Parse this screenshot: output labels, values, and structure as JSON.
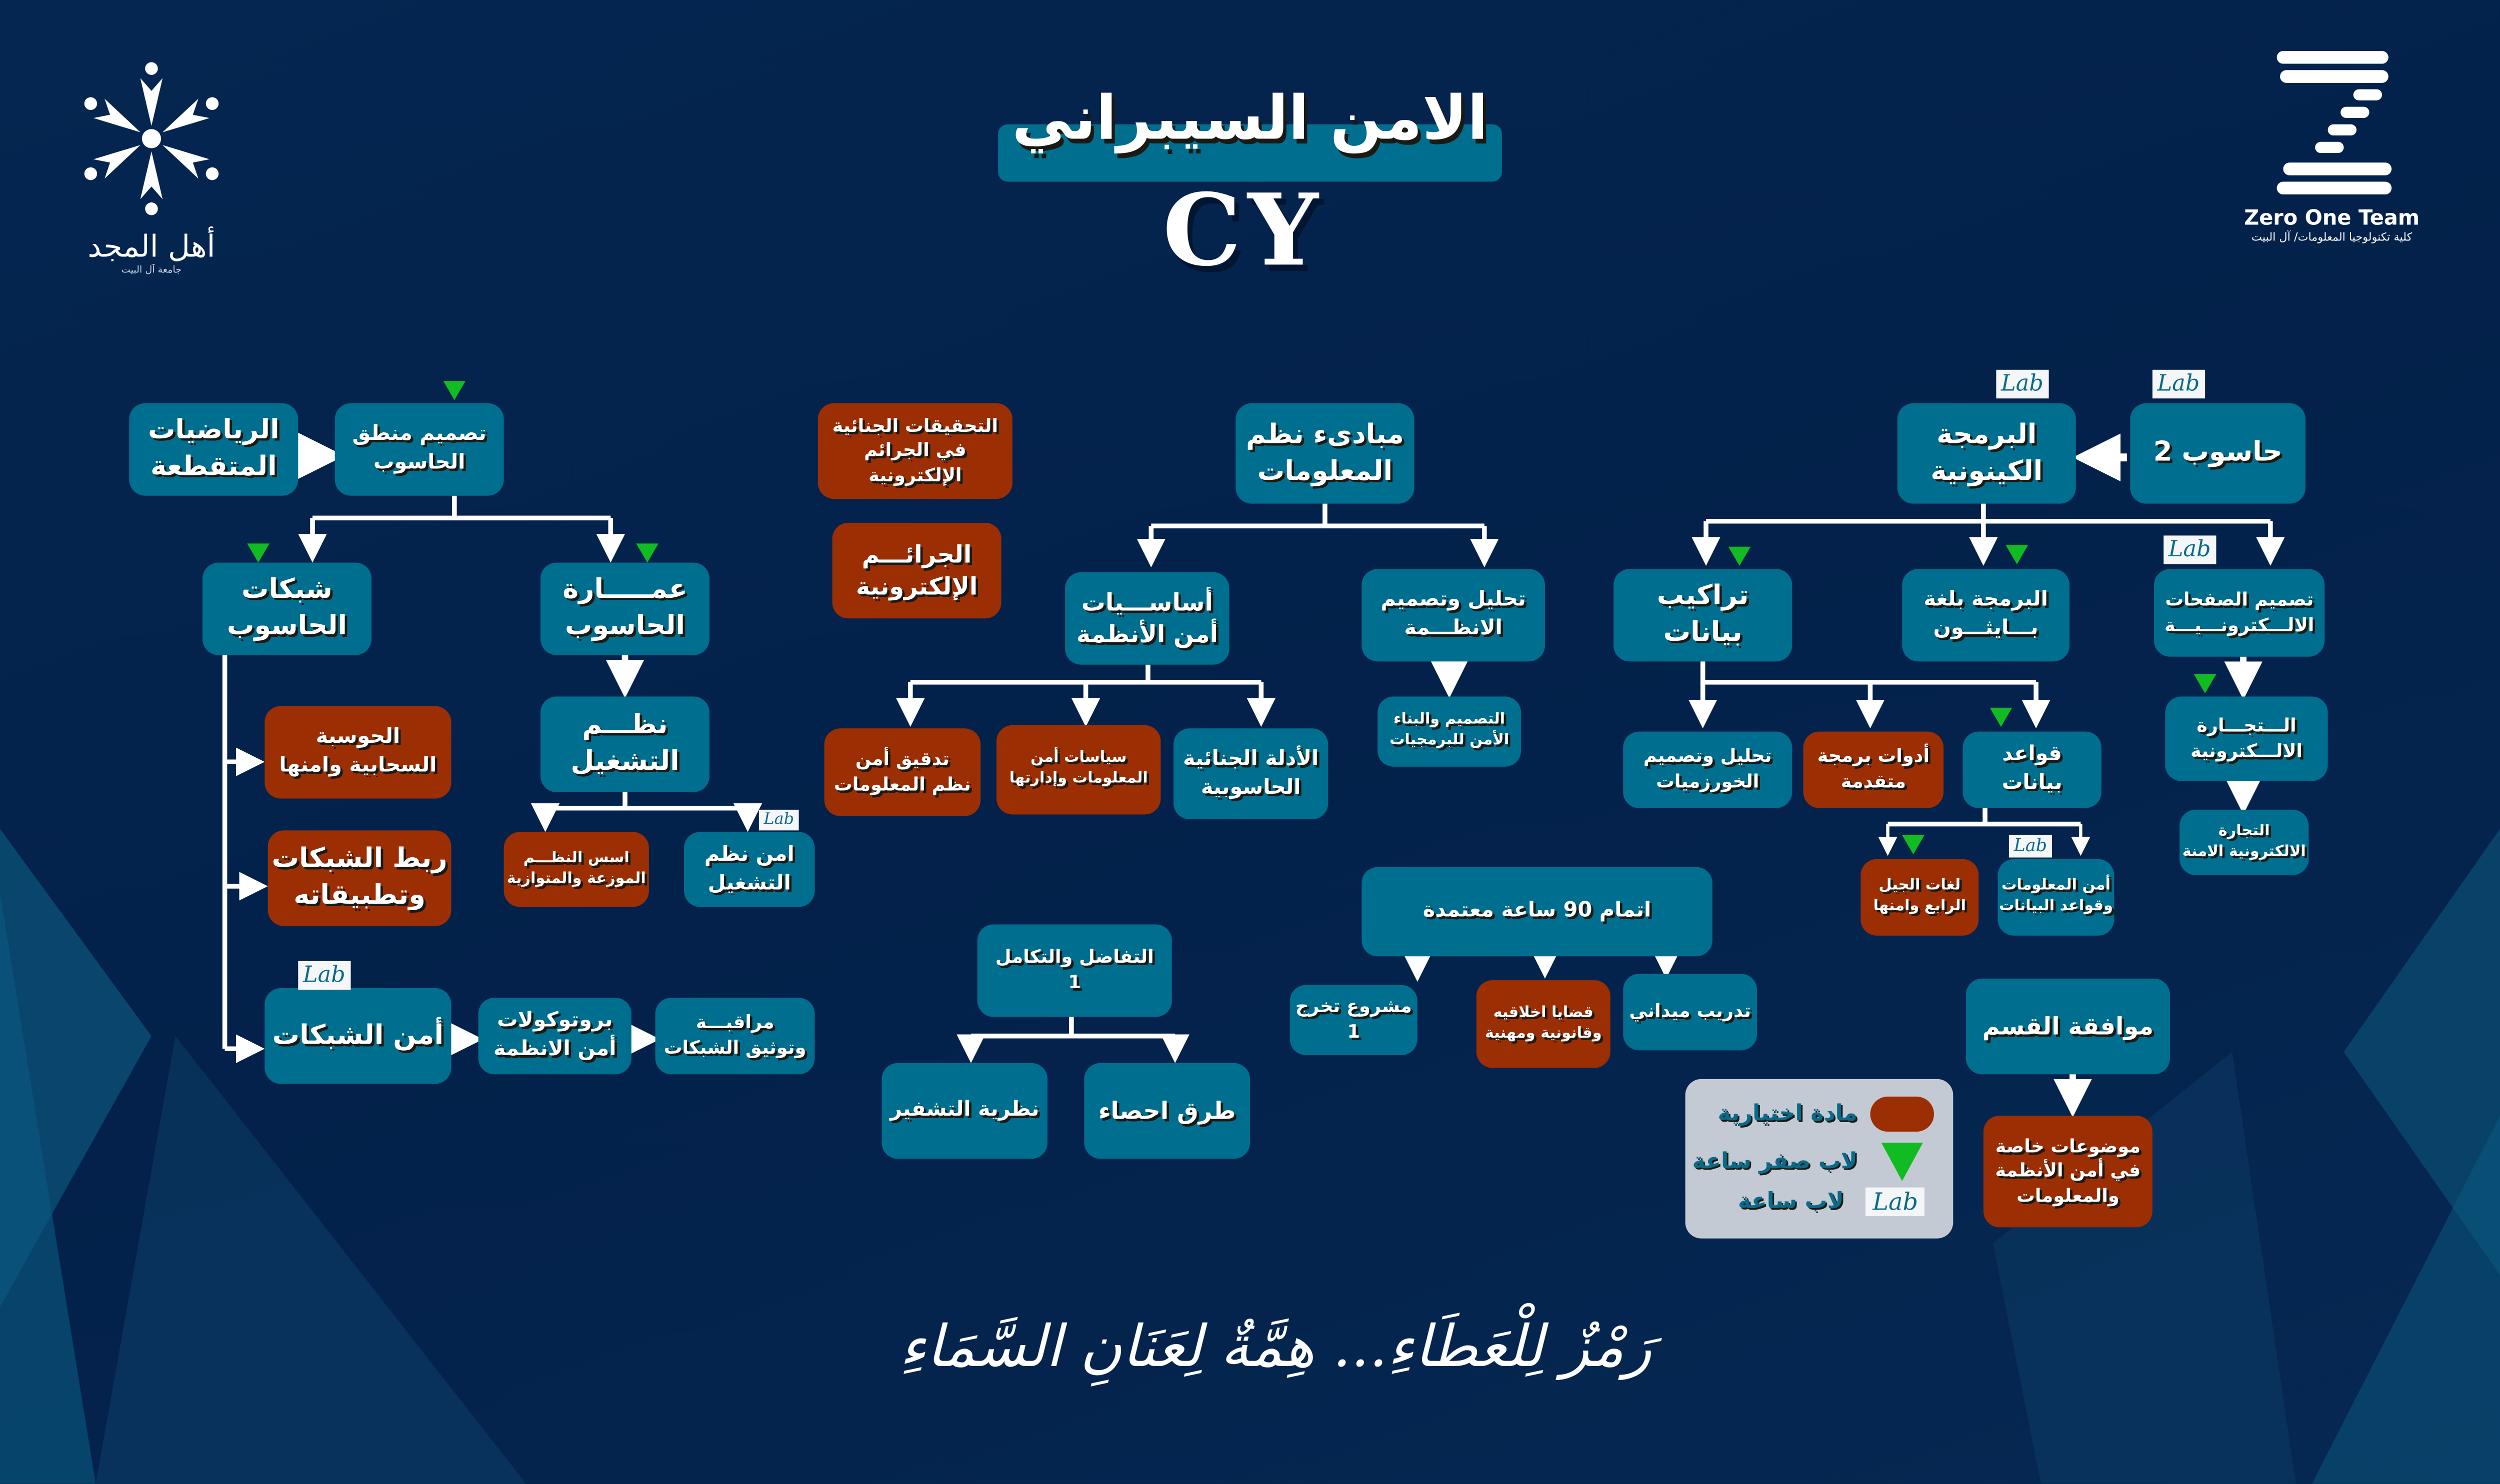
{
  "header": {
    "title": "الامن السيبراني",
    "subtitle": "CY",
    "left_logo": {
      "name": "أهل المجد",
      "caption": "جامعة آل البيت"
    },
    "right_logo": {
      "name": "Zero One Team",
      "caption": "كلية تكنولوجيا المعلومات/ آل البيت"
    }
  },
  "colors": {
    "background": "#03224a",
    "core_course": "#006e8e",
    "elective_course": "#9c2e04",
    "zero_hour_lab": "#11bb22",
    "legend_bg": "#c3cad4"
  },
  "nodes": {
    "discrete_math": "الرياضيات\nالمتقطعة",
    "logic_design": "تصميم منطق\nالحاسوب",
    "networks": "شبكات\nالحاسوب",
    "architecture": "عمـــــارة\nالحاسوب",
    "os": "نظـــم\nالتشغيل",
    "cloud": "الحوسبة\nالسحابية وامنها",
    "net_linking": "ربط الشبكات\nوتطبيقاته",
    "net_security": "أمن الشبكات",
    "protocols": "بروتوكولات\nأمن الانظمة",
    "monitoring": "مراقبـــة\nوتوثيق الشبكات",
    "distributed": "اسس النظـــم\nالموزعة والمتوازية",
    "os_security": "امن نظم\nالتشغيل",
    "forensic_investigation": "التحقيقات الجنائية\nفي الجرائم الإلكترونية",
    "cybercrime": "الجرائـــم\nالإلكترونية",
    "is_principles": "مبادىء نظم\nالمعلومات",
    "sys_security_fund": "أساســـيات\nأمن الأنظمة",
    "systems_analysis": "تحليل وتصميم\nالانظـــمة",
    "secure_software": "التصميم والبناء\nالأمن للبرمجيات",
    "is_audit": "تدقيق أمن\nنظم المعلومات",
    "is_policies": "سياسات أمن\nالمعلومات وإدارتها",
    "digital_forensics": "الأدلة الجنائية\nالحاسوبية",
    "calculus": "التفاضل والتكامل\n1",
    "cryptography": "نظرية التشفير",
    "statistics": "طرق احصاء",
    "credit_90": "اتمام 90 ساعة معتمدة",
    "graduation_project": "مشروع تخرج\n1",
    "ethics": "قضايا اخلاقيه\nوقانونية ومهنية",
    "field_training": "تدريب ميداني",
    "computer2": "حاسوب 2",
    "oop": "البرمجة\nالكينونية",
    "data_structures": "تراكيب\nبيانات",
    "python": "البرمجة بلغة\nبـــايثـــون",
    "web_design": "تصميم الصفحات\nالالـــكترونـــيـــة",
    "algorithms": "تحليل وتصميم\nالخورزميات",
    "advanced_tools": "أدوات برمجة\nمتقدمة",
    "databases": "قواعد\nبيانات",
    "ecommerce": "الـــتجـــارة\nالالـــكترونية",
    "secure_ecommerce": "التجارة\nالالكترونية الامنة",
    "fourth_gen": "لغات الجيل\nالرابع وامنها",
    "db_security": "أمن المعلومات\nوقواعد البيانات",
    "dept_approval": "موافقة القسم",
    "special_topics": "موضوعات خاصة\nفي أمن الأنظمة\nوالمعلومات"
  },
  "lab_badge": "Lab",
  "legend": {
    "elective": "مادة اختيارية",
    "zero_hour_lab": "لاب صفر ساعة",
    "hour_lab": "لاب ساعة",
    "lab_icon": "Lab"
  },
  "motto": "رَمْزٌ لِلْعَطَاءِ... هِمَّةٌ لِعَنَانِ السَّمَاءِ"
}
